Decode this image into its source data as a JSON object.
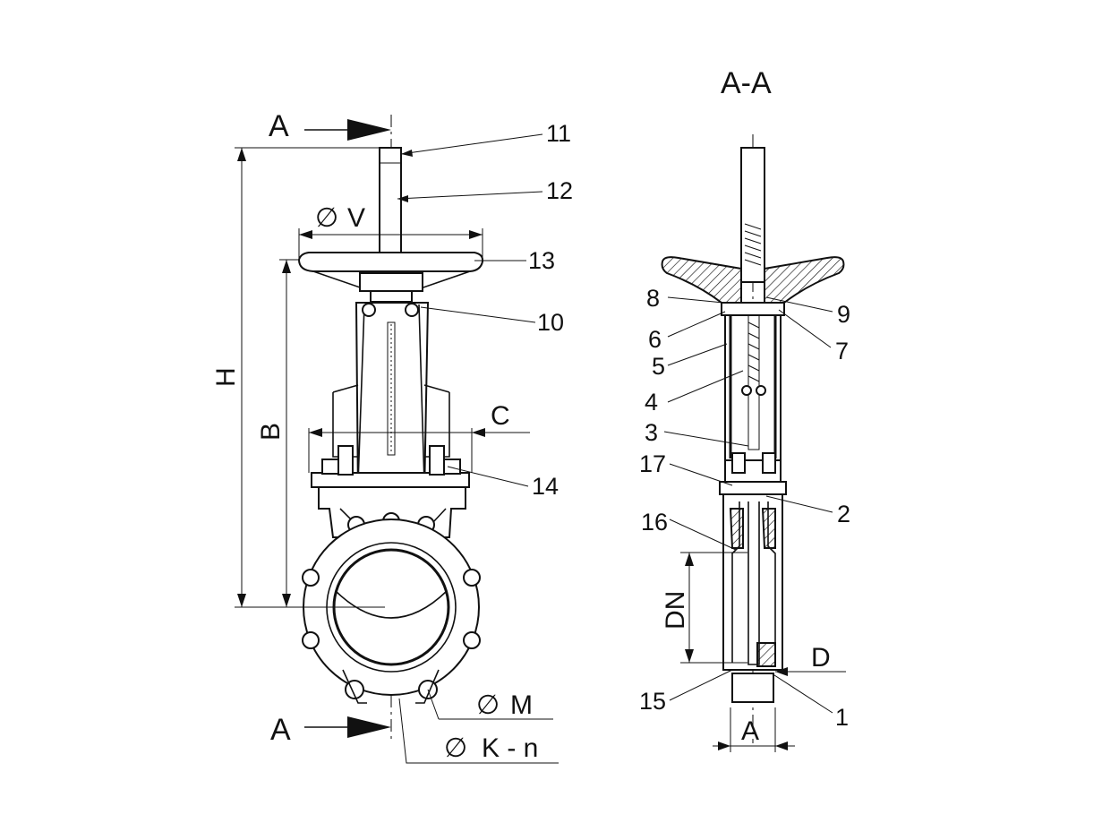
{
  "section_title": "A-A",
  "section_marks": {
    "top": "A",
    "bottom": "A"
  },
  "front_view": {
    "part_numbers": [
      "11",
      "12",
      "13",
      "10",
      "14"
    ],
    "dimensions": {
      "h": "H",
      "b": "B",
      "c": "C",
      "v": "V",
      "m": "M",
      "kn": "K - n"
    },
    "diameter_symbol": "∅"
  },
  "section_view": {
    "part_numbers_left": [
      "8",
      "6",
      "5",
      "4",
      "3",
      "17",
      "16",
      "15"
    ],
    "part_numbers_right": [
      "9",
      "7",
      "2",
      "1"
    ],
    "dimensions": {
      "dn": "DN",
      "d": "D",
      "a": "A"
    }
  }
}
